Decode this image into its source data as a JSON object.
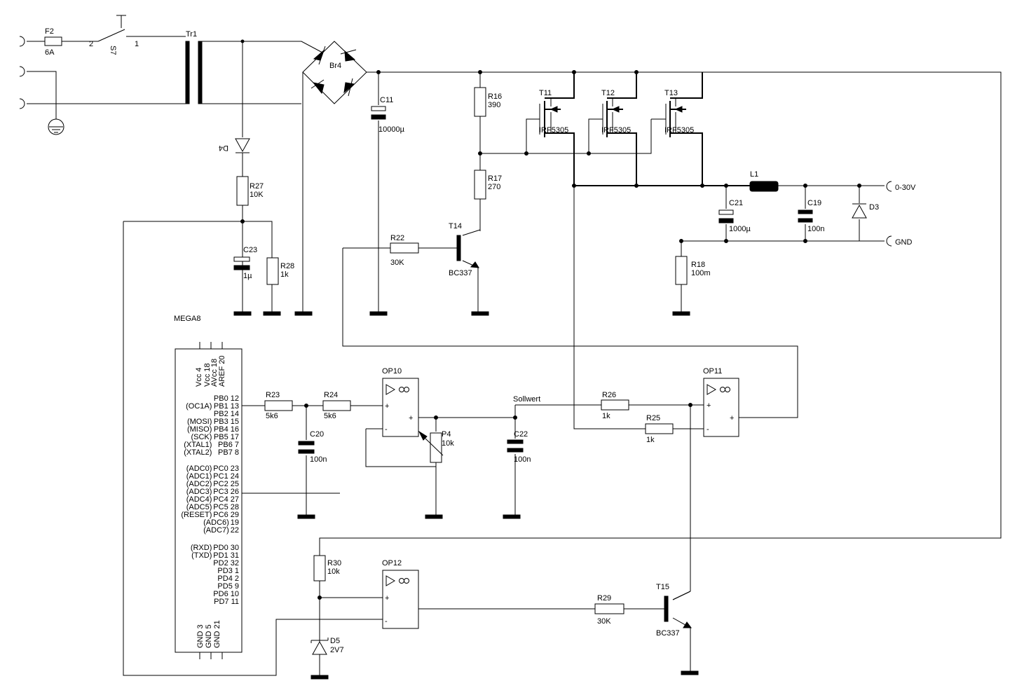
{
  "components": {
    "F2": {
      "ref": "F2",
      "value": "6A"
    },
    "S7": {
      "ref": "S7",
      "pin1": "1",
      "pin2": "2"
    },
    "Tr1": {
      "ref": "Tr1"
    },
    "Br4": {
      "ref": "Br4"
    },
    "C11": {
      "ref": "C11",
      "value": "10000µ"
    },
    "R16": {
      "ref": "R16",
      "value": "390"
    },
    "R17": {
      "ref": "R17",
      "value": "270"
    },
    "T11": {
      "ref": "T11",
      "value": "IRF5305"
    },
    "T12": {
      "ref": "T12",
      "value": "IRF5305"
    },
    "T13": {
      "ref": "T13",
      "value": "IRF5305"
    },
    "L1": {
      "ref": "L1"
    },
    "C21": {
      "ref": "C21",
      "value": "1000µ"
    },
    "C19": {
      "ref": "C19",
      "value": "100n"
    },
    "D3": {
      "ref": "D3"
    },
    "R18": {
      "ref": "R18",
      "value": "100m"
    },
    "D4": {
      "ref": "D4"
    },
    "R27": {
      "ref": "R27",
      "value": "10K"
    },
    "C23": {
      "ref": "C23",
      "value": "1µ"
    },
    "R28": {
      "ref": "R28",
      "value": "1k"
    },
    "R22": {
      "ref": "R22",
      "value": "30K"
    },
    "T14": {
      "ref": "T14",
      "value": "BC337"
    },
    "R23": {
      "ref": "R23",
      "value": "5k6"
    },
    "R24": {
      "ref": "R24",
      "value": "5k6"
    },
    "C20": {
      "ref": "C20",
      "value": "100n"
    },
    "OP10": {
      "ref": "OP10"
    },
    "P4": {
      "ref": "P4",
      "value": "10k"
    },
    "C22": {
      "ref": "C22",
      "value": "100n"
    },
    "R26": {
      "ref": "R26",
      "value": "1k"
    },
    "R25": {
      "ref": "R25",
      "value": "1k"
    },
    "OP11": {
      "ref": "OP11"
    },
    "R30": {
      "ref": "R30",
      "value": "10k"
    },
    "OP12": {
      "ref": "OP12"
    },
    "D5": {
      "ref": "D5",
      "value": "2V7"
    },
    "R29": {
      "ref": "R29",
      "value": "30K"
    },
    "T15": {
      "ref": "T15",
      "value": "BC337"
    }
  },
  "nets": {
    "sollwert": "Sollwert",
    "out_plus": "0-30V",
    "gnd": "GND"
  },
  "opamp": {
    "plus": "+",
    "minus": "-"
  },
  "mcu": {
    "name": "MEGA8",
    "top_pins": [
      "Vcc 4",
      "Vcc 18",
      "AVcc 18",
      "AREF 20"
    ],
    "bottom_pins": [
      "GND 3",
      "GND 5",
      "GND 21"
    ],
    "group_b": [
      {
        "label": "PB0 12",
        "sig": ""
      },
      {
        "label": "PB1 13",
        "sig": "(OC1A)"
      },
      {
        "label": "PB2 14",
        "sig": ""
      },
      {
        "label": "PB3 15",
        "sig": "(MOSI)"
      },
      {
        "label": "PB4 16",
        "sig": "(MISO)"
      },
      {
        "label": "PB5 17",
        "sig": "(SCK)"
      },
      {
        "label": "PB6  7",
        "sig": "(XTAL1)"
      },
      {
        "label": "PB7  8",
        "sig": "(XTAL2)"
      }
    ],
    "group_c": [
      {
        "label": "PC0 23",
        "sig": "(ADC0)"
      },
      {
        "label": "PC1 24",
        "sig": "(ADC1)"
      },
      {
        "label": "PC2 25",
        "sig": "(ADC2)"
      },
      {
        "label": "PC3 26",
        "sig": "(ADC3)"
      },
      {
        "label": "PC4 27",
        "sig": "(ADC4)"
      },
      {
        "label": "PC5 28",
        "sig": "(ADC5)"
      },
      {
        "label": "PC6 29",
        "sig": "(RESET)"
      },
      {
        "label": "19",
        "sig": "(ADC6)"
      },
      {
        "label": "22",
        "sig": "(ADC7)"
      }
    ],
    "group_d": [
      {
        "label": "PD0 30",
        "sig": "(RXD)"
      },
      {
        "label": "PD1 31",
        "sig": "(TXD)"
      },
      {
        "label": "PD2 32",
        "sig": ""
      },
      {
        "label": "PD3  1",
        "sig": ""
      },
      {
        "label": "PD4  2",
        "sig": ""
      },
      {
        "label": "PD5  9",
        "sig": ""
      },
      {
        "label": "PD6 10",
        "sig": ""
      },
      {
        "label": "PD7 11",
        "sig": ""
      }
    ]
  }
}
